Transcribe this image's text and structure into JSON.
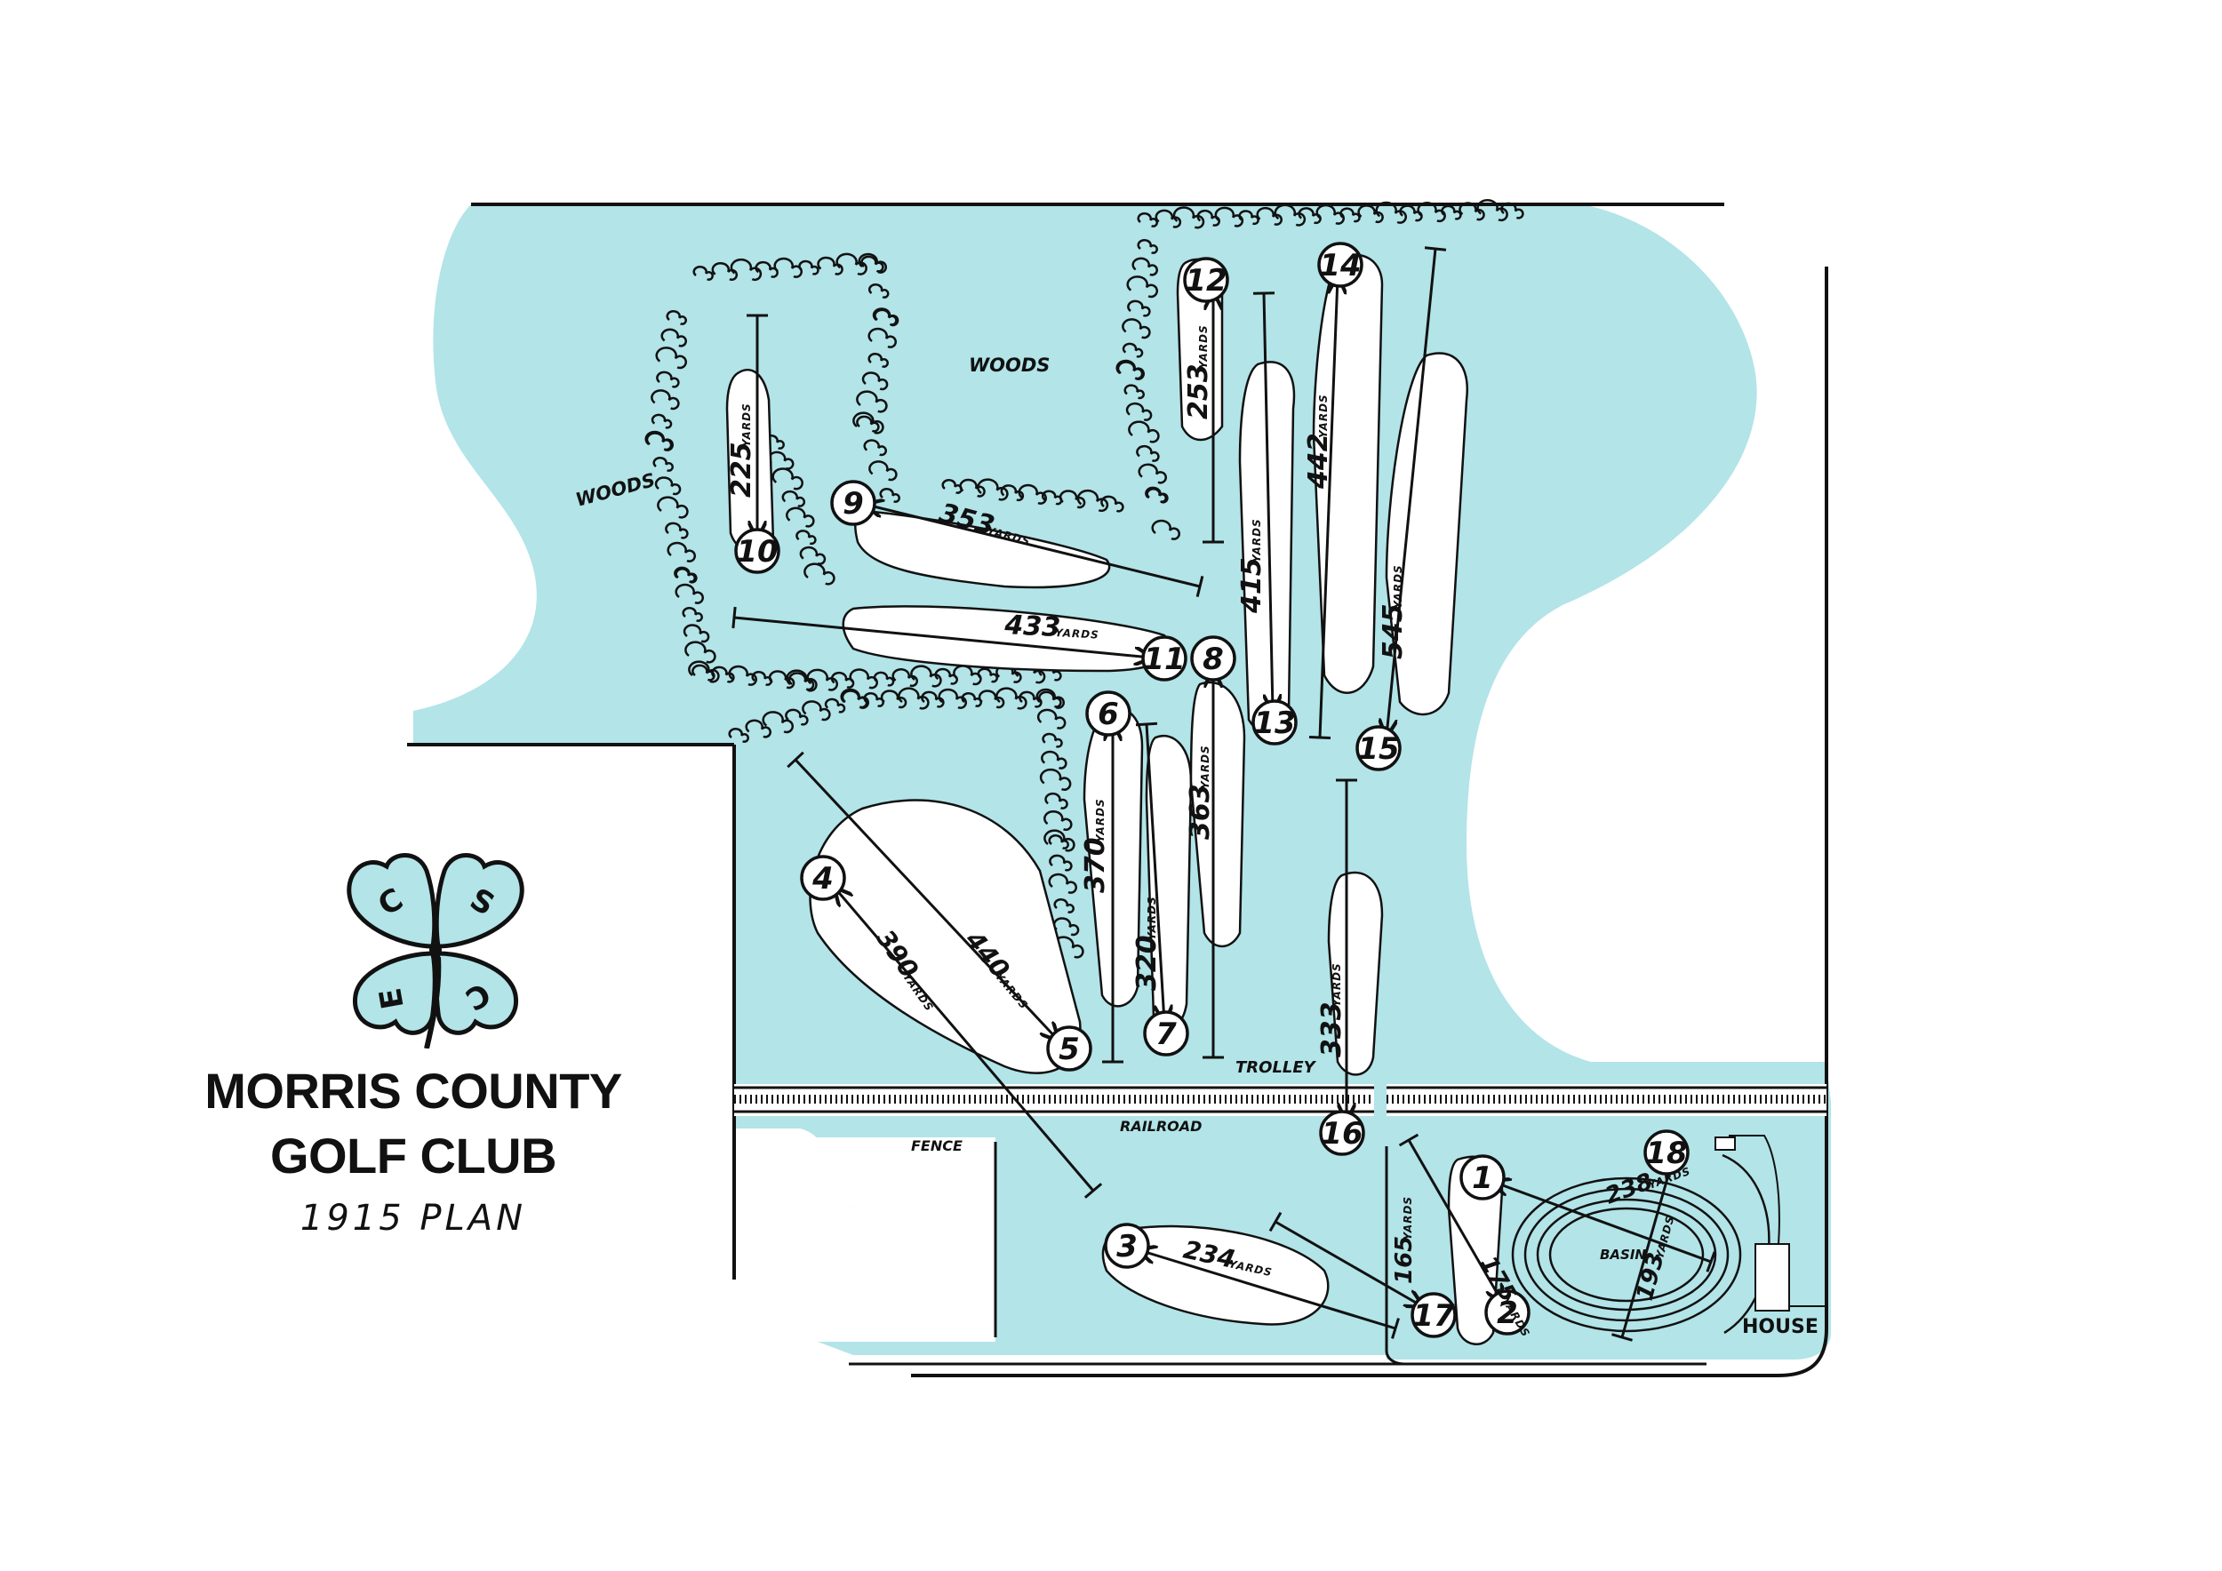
{
  "title": {
    "line1": "MORRIS COUNTY",
    "line2": "GOLF CLUB",
    "subtitle": "1915 PLAN"
  },
  "logo": {
    "icon": "clover-icon",
    "letters": [
      "C",
      "S",
      "E",
      "C"
    ]
  },
  "colors": {
    "water": "#b2e4e8",
    "ink": "#111111",
    "fairway": "#ffffff"
  },
  "labels": {
    "woods_left": "WOODS",
    "woods_top": "WOODS",
    "trolley": "TROLLEY",
    "railroad": "RAILROAD",
    "fence": "FENCE",
    "basin": "BASIN",
    "house": "HOUSE",
    "yards_unit": "YARDS"
  },
  "holes": [
    {
      "number": "1",
      "yards": "238"
    },
    {
      "number": "2",
      "yards": "175"
    },
    {
      "number": "3",
      "yards": "234"
    },
    {
      "number": "4",
      "yards": "390"
    },
    {
      "number": "5",
      "yards": "440"
    },
    {
      "number": "6",
      "yards": "370"
    },
    {
      "number": "7",
      "yards": "320"
    },
    {
      "number": "8",
      "yards": "363"
    },
    {
      "number": "9",
      "yards": "353"
    },
    {
      "number": "10",
      "yards": "225"
    },
    {
      "number": "11",
      "yards": "433"
    },
    {
      "number": "12",
      "yards": "253"
    },
    {
      "number": "13",
      "yards": "415"
    },
    {
      "number": "14",
      "yards": "442"
    },
    {
      "number": "15",
      "yards": "545"
    },
    {
      "number": "16",
      "yards": "333"
    },
    {
      "number": "17",
      "yards": "165"
    },
    {
      "number": "18",
      "yards": "193"
    }
  ]
}
